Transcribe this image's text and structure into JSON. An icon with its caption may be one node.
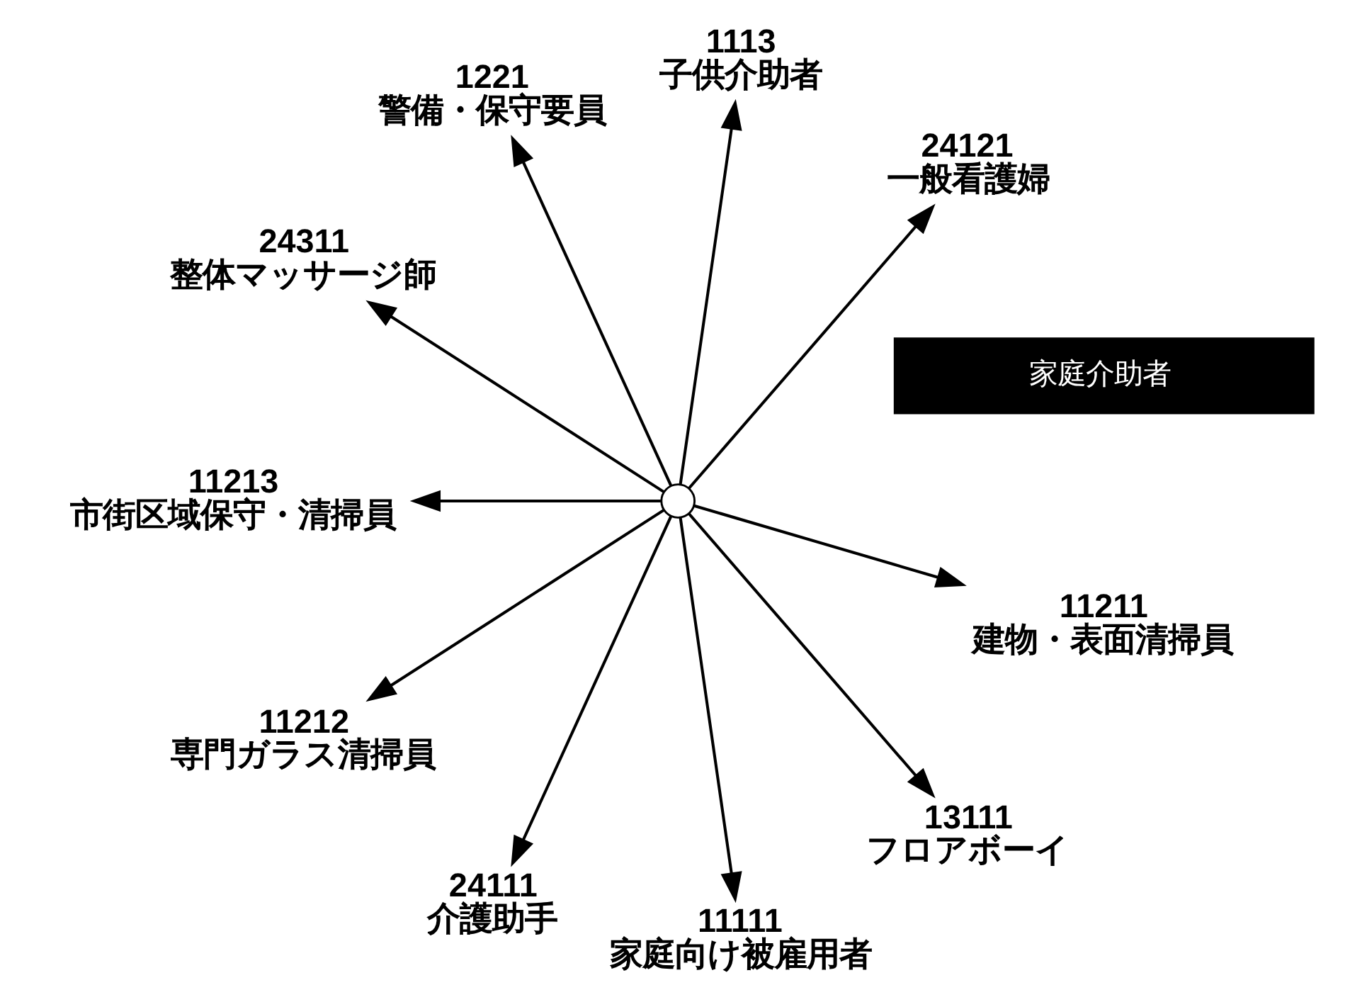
{
  "diagram": {
    "nodes": [
      {
        "text": [],
        "shape": "circle"
      },
      {
        "text": [
          "家庭介助者"
        ]
      },
      {
        "text": [
          "24121",
          "一般看護婦"
        ]
      },
      {
        "text": [
          "1113",
          "子供介助者"
        ]
      },
      {
        "text": [
          "1221",
          "警備・保守要員"
        ]
      },
      {
        "text": [
          "24311",
          "整体マッサージ師"
        ]
      },
      {
        "text": [
          "11213",
          "市街区域保守・清掃員"
        ]
      },
      {
        "text": [
          "11212",
          "専門ガラス清掃員"
        ]
      },
      {
        "text": [
          "24111",
          "介護助手"
        ]
      },
      {
        "text": [
          "11111",
          "家庭向け被雇用者"
        ]
      },
      {
        "text": [
          "13111",
          "フロアボーイ"
        ]
      },
      {
        "text": [
          "11211",
          "建物・表面清掃員"
        ]
      }
    ],
    "edges": [
      {
        "from": 0,
        "to": 2,
        "arrow": "to"
      },
      {
        "from": 0,
        "to": 3,
        "arrow": "to"
      },
      {
        "from": 0,
        "to": 4,
        "arrow": "to"
      },
      {
        "from": 0,
        "to": 6,
        "arrow": "to"
      },
      {
        "from": 0,
        "to": 7,
        "arrow": "to"
      },
      {
        "from": 0,
        "to": 9,
        "arrow": "to"
      },
      {
        "from": 0,
        "to": 11,
        "arrow": "to"
      },
      {
        "from": 0,
        "to": 10,
        "arrow": "to"
      },
      {
        "from": 0,
        "to": 8,
        "arrow": "to"
      },
      {
        "from": 0,
        "to": 5,
        "arrow": "to"
      }
    ]
  }
}
